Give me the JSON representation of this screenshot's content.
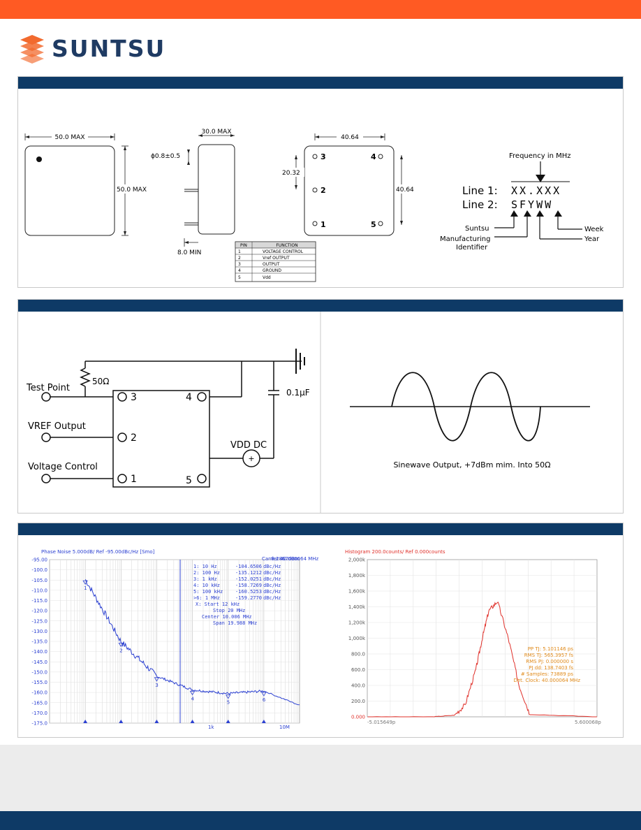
{
  "brand": {
    "name": "SUNTSU",
    "colors": {
      "orange": "#ff5a23",
      "navy": "#0e3a66",
      "logo_navy": "#1f3b63",
      "logo_orange": "#f26a2e"
    }
  },
  "dimensions": {
    "front_width": "50.0 MAX",
    "front_height": "50.0 MAX",
    "side_width": "30.0 MAX",
    "pin_diameter": "ϕ0.8±0.5",
    "pin_length": "8.0 MIN",
    "bottom_width": "40.64",
    "bottom_height": "40.64",
    "pin_spacing": "20.32",
    "pins": [
      "3",
      "4",
      "2",
      "1",
      "5"
    ]
  },
  "pin_table": {
    "headers": [
      "PIN",
      "FUNCTION"
    ],
    "rows": [
      [
        "1",
        "VOLTAGE CONTROL"
      ],
      [
        "2",
        "Vref OUTPUT"
      ],
      [
        "3",
        "OUTPUT"
      ],
      [
        "4",
        "GROUND"
      ],
      [
        "5",
        "Vdd"
      ]
    ]
  },
  "marking": {
    "frequency_label": "Frequency in MHz",
    "line1_label": "Line 1:",
    "line1_value": "XX.XXX",
    "line2_label": "Line 2:",
    "line2_value": "SFYWW",
    "suntsu_label": "Suntsu",
    "mfg_label_1": "Manufacturing",
    "mfg_label_2": "Identifier",
    "week_label": "Week",
    "year_label": "Year"
  },
  "circuit": {
    "test_point": "Test Point",
    "vref_output": "VREF Output",
    "voltage_control": "Voltage Control",
    "resistor": "50Ω",
    "capacitor": "0.1µF",
    "vdd": "VDD DC",
    "pins": [
      "3",
      "2",
      "1",
      "4",
      "5"
    ]
  },
  "waveform": {
    "caption": "Sinewave Output, +7dBm mim. Into 50Ω"
  },
  "phase_noise": {
    "title": "Phase Noise 5.000dB/ Ref -95.00dBc/Hz [Smo]",
    "carrier": "Carrier 40.000064 MHz",
    "carrier_level": "8.2867dBm",
    "y_ticks": [
      "-95.00",
      "-100.0",
      "-105.0",
      "-110.0",
      "-115.0",
      "-120.0",
      "-125.0",
      "-130.0",
      "-135.0",
      "-140.0",
      "-145.0",
      "-150.0",
      "-155.0",
      "-160.0",
      "-165.0",
      "-170.0",
      "-175.0"
    ],
    "x_labels": [
      "1k",
      "10M"
    ],
    "markers": [
      {
        "n": "1:",
        "offset": "10 Hz",
        "value": "-104.6506",
        "unit": "dBc/Hz"
      },
      {
        "n": "2:",
        "offset": "100 Hz",
        "value": "-135.1212",
        "unit": "dBc/Hz"
      },
      {
        "n": "3:",
        "offset": "1 kHz",
        "value": "-152.0251",
        "unit": "dBc/Hz"
      },
      {
        "n": "4:",
        "offset": "10 kHz",
        "value": "-158.7269",
        "unit": "dBc/Hz"
      },
      {
        "n": "5:",
        "offset": "100 kHz",
        "value": "-160.5253",
        "unit": "dBc/Hz"
      },
      {
        "n": ">6:",
        "offset": "1 MHz",
        "value": "-159.2770",
        "unit": "dBc/Hz"
      }
    ],
    "start": "X: Start 12 kHz",
    "stop": "Stop 20 MHz",
    "center": "Center 10.006 MHz",
    "span": "Span 19.988 MHz",
    "marker_labels": [
      "1",
      "2",
      "3",
      "4",
      "5",
      "6"
    ],
    "trace_color": "#2a3fd1"
  },
  "histogram": {
    "title": "Histogram 200.0counts/ Ref 0.000counts",
    "y_ticks": [
      "2,000k",
      "1,800k",
      "1,600k",
      "1,400k",
      "1,200k",
      "1,000k",
      "800.0",
      "600.0",
      "400.0",
      "200.0",
      "0.000"
    ],
    "x_left": "-5.015649p",
    "x_right": "5.600068p",
    "stats": [
      "PP TJ:  5.101146 ps",
      "RMS TJ:  565.3957 fs",
      "RMS PJ:  0.000000 s",
      "PJ dd:  138.7403 fs",
      "# Samples:  73889 ps",
      "Det. Clock:  40.000064 MHz"
    ],
    "trace_color": "#e0302a",
    "stats_color": "#e08a1a"
  },
  "chart_data": [
    {
      "type": "line",
      "title": "Phase Noise 5.000dB/ Ref -95.00dBc/Hz [Smo]",
      "xlabel": "",
      "ylabel": "dBc/Hz",
      "x_scale": "log",
      "ylim": [
        -175,
        -95
      ],
      "series": [
        {
          "x": [
            10,
            100,
            1000,
            10000,
            100000,
            1000000
          ],
          "values": [
            -104.65,
            -135.12,
            -152.03,
            -158.73,
            -160.53,
            -159.28
          ]
        }
      ]
    },
    {
      "type": "line",
      "title": "Histogram 200.0counts/ Ref 0.000counts",
      "xlabel": "",
      "ylabel": "",
      "xlim": [
        -5.015649,
        5.600068
      ],
      "ylim": [
        0,
        2000
      ],
      "series": [
        {
          "x": [
            -5.0,
            -2.0,
            -1.0,
            -0.5,
            0.0,
            0.3,
            0.6,
            1.0,
            1.5,
            2.0,
            2.5,
            5.6
          ],
          "values": [
            0,
            0,
            20,
            150,
            600,
            1000,
            1350,
            1470,
            1000,
            400,
            30,
            0
          ]
        }
      ]
    }
  ]
}
